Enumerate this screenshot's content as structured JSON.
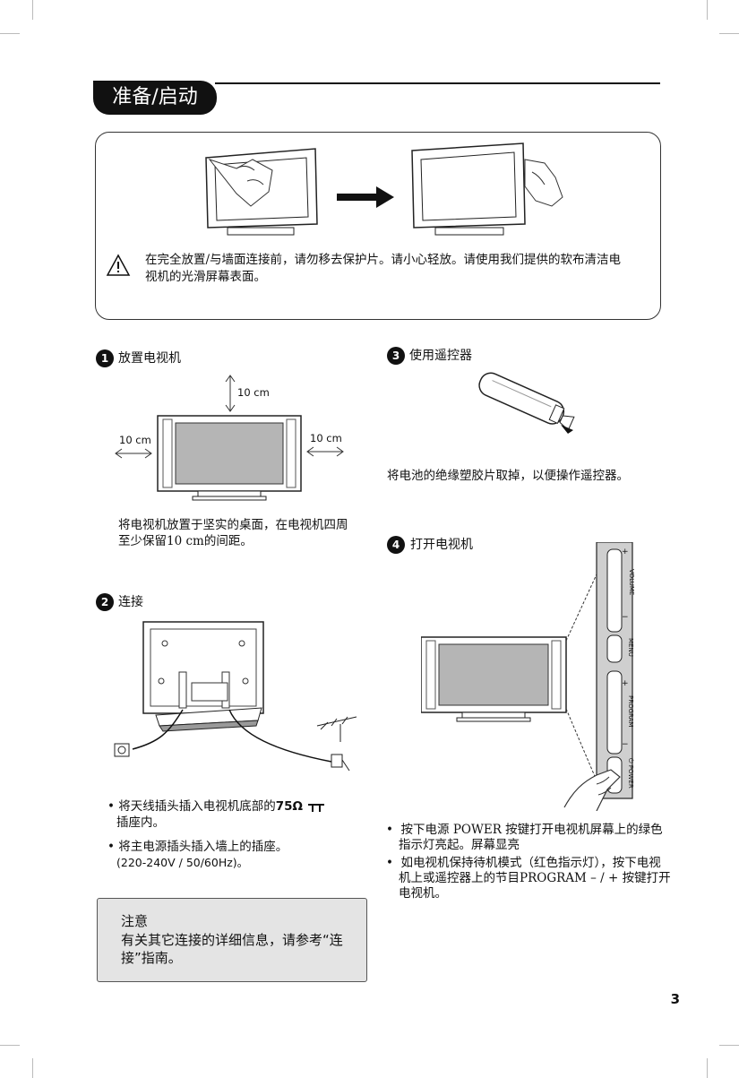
{
  "header": {
    "title": "准备/启动"
  },
  "warning": {
    "text": "在完全放置/与墙面连接前，请勿移去保护片。请小心轻放。请使用我们提供的软布清洁电视机的光滑屏幕表面。"
  },
  "step1": {
    "number": "1",
    "title": "放置电视机",
    "dim_top": "10 cm",
    "dim_left": "10 cm",
    "dim_right": "10 cm",
    "body": "将电视机放置于坚实的桌面，在电视机四周至少保留10 cm的间距。"
  },
  "step2": {
    "number": "2",
    "title": "连接",
    "bullet1_a": "将天线插头插入电视机底部的",
    "bullet1_ohm": "75Ω",
    "bullet1_b": "插座内。",
    "bullet2_a": "将主电源插头插入墙上的插座。",
    "bullet2_b": "(220-240V / 50/60Hz)。"
  },
  "step3": {
    "number": "3",
    "title": "使用遥控器",
    "body": "将电池的绝缘塑胶片取掉，以便操作遥控器。"
  },
  "step4": {
    "number": "4",
    "title": "打开电视机",
    "panel": {
      "volume": "VOLUME",
      "menu": "MENU",
      "program": "PROGRAM",
      "power": "⏻ POWER",
      "plus": "+",
      "minus": "−"
    },
    "bullet1": "按下电源 POWER 按键打开电视机屏幕上的绿色指示灯亮起。屏幕显亮",
    "bullet2": "如电视机保持待机模式（红色指示灯），按下电视机上或遥控器上的节目PROGRAM – / + 按键打开电视机。"
  },
  "note": {
    "title": "注意",
    "body": "有关其它连接的详细信息，请参考“连接”指南。"
  },
  "page_number": "3"
}
